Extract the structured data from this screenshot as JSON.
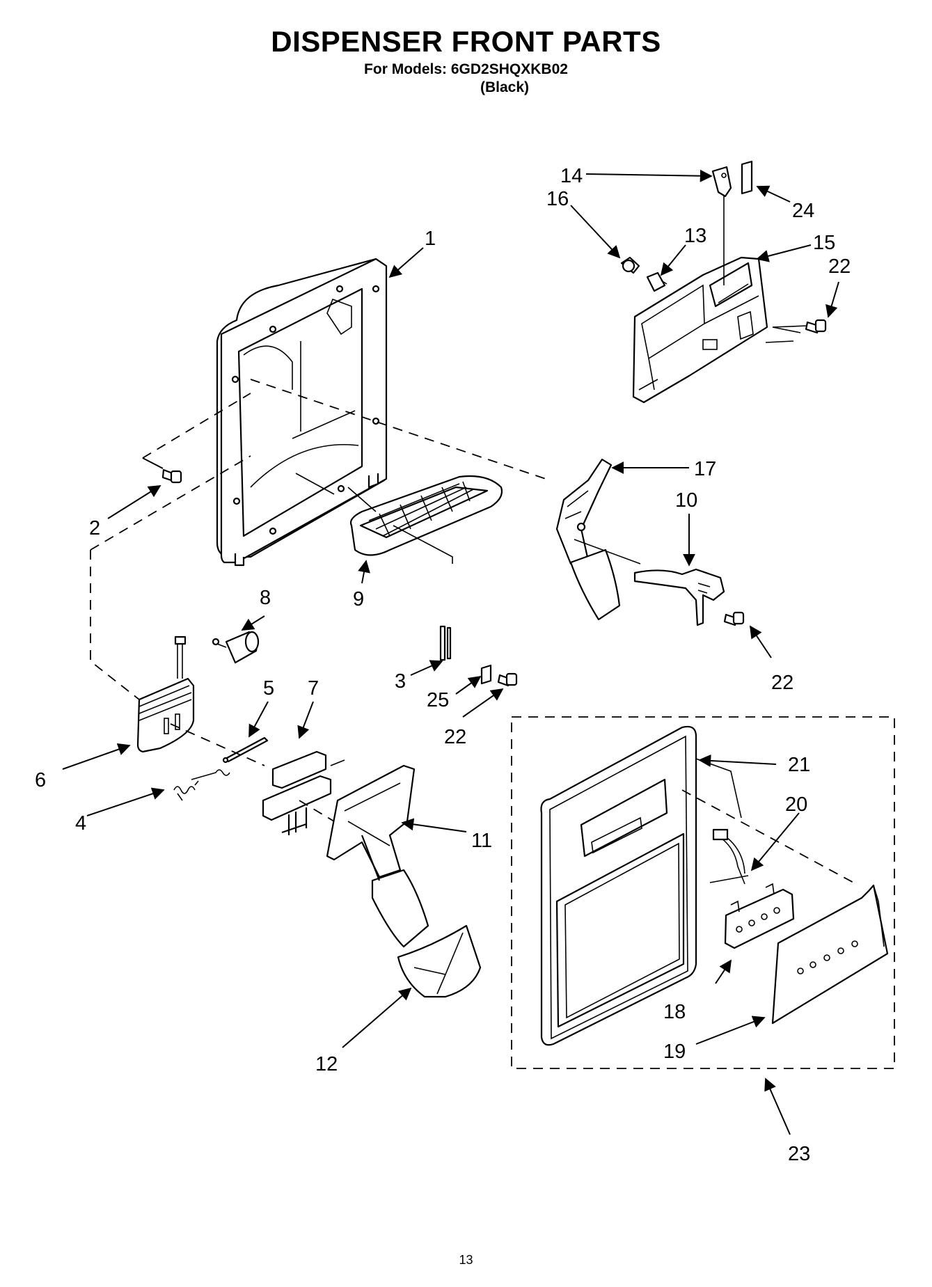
{
  "header": {
    "title": "DISPENSER FRONT PARTS",
    "models_line": "For Models: 6GD2SHQXKB02",
    "variant": "(Black)"
  },
  "callouts": {
    "c1": "1",
    "c2": "2",
    "c3": "3",
    "c4": "4",
    "c5": "5",
    "c6": "6",
    "c7": "7",
    "c8": "8",
    "c9": "9",
    "c10": "10",
    "c11": "11",
    "c12": "12",
    "c13": "13",
    "c14": "14",
    "c15": "15",
    "c16": "16",
    "c17": "17",
    "c18": "18",
    "c19": "19",
    "c20": "20",
    "c21": "21",
    "c22a": "22",
    "c22b": "22",
    "c22c": "22",
    "c23": "23",
    "c24": "24",
    "c25": "25"
  },
  "footer": {
    "page_number": "13"
  }
}
